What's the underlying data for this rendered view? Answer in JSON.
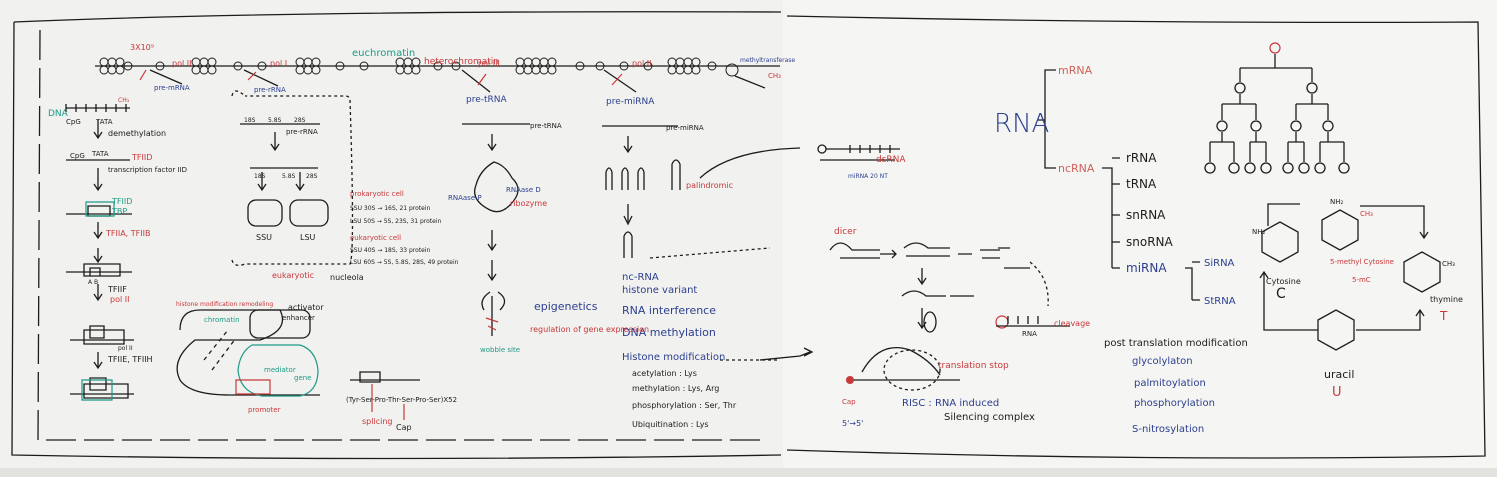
{
  "left_board": {
    "chromatin_labels": {
      "count": "3X10⁹",
      "promoter_top": "pol II",
      "pol1": "pol I",
      "euchromatin": "euchromatin",
      "heterochromatin": "heterochromatin",
      "pol3": "pol III",
      "pol2b": "pol II",
      "methylation": "methyltransferase",
      "ch3": "CH₃",
      "pre_mrna": "pre-mRNA",
      "pre_rrna": "pre-rRNA",
      "pre_trna": "pre-tRNA",
      "pre_mirna": "pre-miRNA"
    },
    "transcription": {
      "dna": "DNA",
      "cpg": "CpG",
      "tata": "TATA",
      "ch3": "CH₃",
      "demethylation": "demethylation",
      "cpg2": "CpG",
      "tata2": "TATA",
      "tfiid": "TFIID",
      "tf_note": "transcription factor IID",
      "tfiid2": "TFIID",
      "tbp": "TBP",
      "tfiia_b": "TFIIA, TFIIB",
      "ab": "A   B",
      "tfiif": "TFIIF",
      "pol2": "pol II",
      "polii_label": "pol II",
      "tfiie_h": "TFIIE, TFIIH"
    },
    "ribosome": {
      "s18": "18S",
      "s58": "5.8S",
      "s28": "28S",
      "pre_rrna": "pre-rRNA",
      "s18b": "18S",
      "s58b": "5.8S",
      "s28b": "28S",
      "ssu": "SSU",
      "lsu": "LSU",
      "eukaryotic": "eukaryotic",
      "nucleola": "nucleola",
      "prok_title": "prokaryotic cell",
      "prok_ssu": "SSU 30S → 16S, 21 protein",
      "prok_lsu": "LSU 50S → 5S, 23S, 31 protein",
      "euk_title": "eukaryotic cell",
      "euk_ssu": "SSU 40S → 18S, 33 protein",
      "euk_lsu": "LSU 60S → 5S, 5.8S, 28S, 49 protein"
    },
    "trna": {
      "pre_trna": "pre-tRNA",
      "rnase_p": "RNAase P",
      "ribozyme": "ribozyme",
      "rnase_d": "RNAase D",
      "wobble": "wobble site"
    },
    "mirna": {
      "pre_mirna": "pre-miRNA",
      "palindromic": "palindromic",
      "nc_rna": "nc-RNA",
      "histone_variant": "histone variant",
      "rna_interference": "RNA interference",
      "dna_methylation": "DNA methylation",
      "histone_mod": "Histone modification",
      "acetylation": "acetylation : Lys",
      "methylation": "methylation : Lys, Arg",
      "phosphorylation": "phosphorylation : Ser, Thr",
      "ubiquitination": "Ubiquitination : Lys",
      "epigenetics": "epigenetics",
      "regulation": "regulation of gene expression"
    },
    "enhancer": {
      "histone_remod": "histone modification remodeling",
      "chromatin": "chromatin",
      "activator": "activator",
      "enhancer": "enhancer",
      "mediator": "mediator",
      "gene": "gene",
      "promoter": "promoter",
      "ctd": "(Tyr-Ser-Pro-Thr-Ser-Pro-Ser)X52",
      "splicing": "splicing",
      "cap": "Cap"
    }
  },
  "right_board": {
    "rna_tree": {
      "rna": "RNA",
      "mrna": "mRNA",
      "ncrna": "ncRNA",
      "rrna": "rRNA",
      "trna": "tRNA",
      "snrna": "snRNA",
      "snorna": "snoRNA",
      "mirna": "miRNA",
      "sirna": "SiRNA",
      "strna": "StRNA"
    },
    "rnai": {
      "dsrna": "dsRNA",
      "mirna_nt": "miRNA 20 NT",
      "dicer": "dicer",
      "cleavage": "cleavage",
      "rna": "RNA",
      "translation_stop": "translation stop",
      "cap": "Cap",
      "direction": "5'→5'",
      "risc": "RISC : RNA induced",
      "risc2": "Silencing complex"
    },
    "ptm": {
      "title": "post translation modification",
      "items": [
        "glycolylaton",
        "palmitoylation",
        "phosphorylation",
        "S-nitrosylation"
      ]
    },
    "bases": {
      "nh2": "NH₂",
      "cytosine": "Cytosine",
      "c": "C",
      "nh2b": "NH₂",
      "ch3": "CH₃",
      "methyl_cyt": "5-methyl Cytosine",
      "mc": "5-mC",
      "ch3b": "CH₃",
      "thymine": "thymine",
      "t": "T",
      "uracil": "uracil",
      "u": "U"
    }
  }
}
